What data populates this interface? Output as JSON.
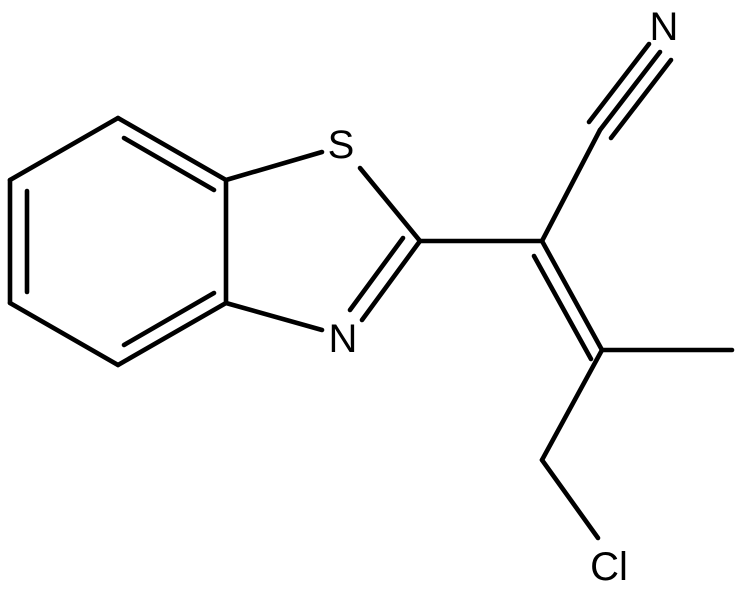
{
  "atoms": {
    "sulfur": "S",
    "thiazole_nitrogen": "N",
    "nitrile_nitrogen": "N",
    "chlorine": "Cl"
  },
  "colors": {
    "background": "#ffffff",
    "ink": "#000000"
  }
}
